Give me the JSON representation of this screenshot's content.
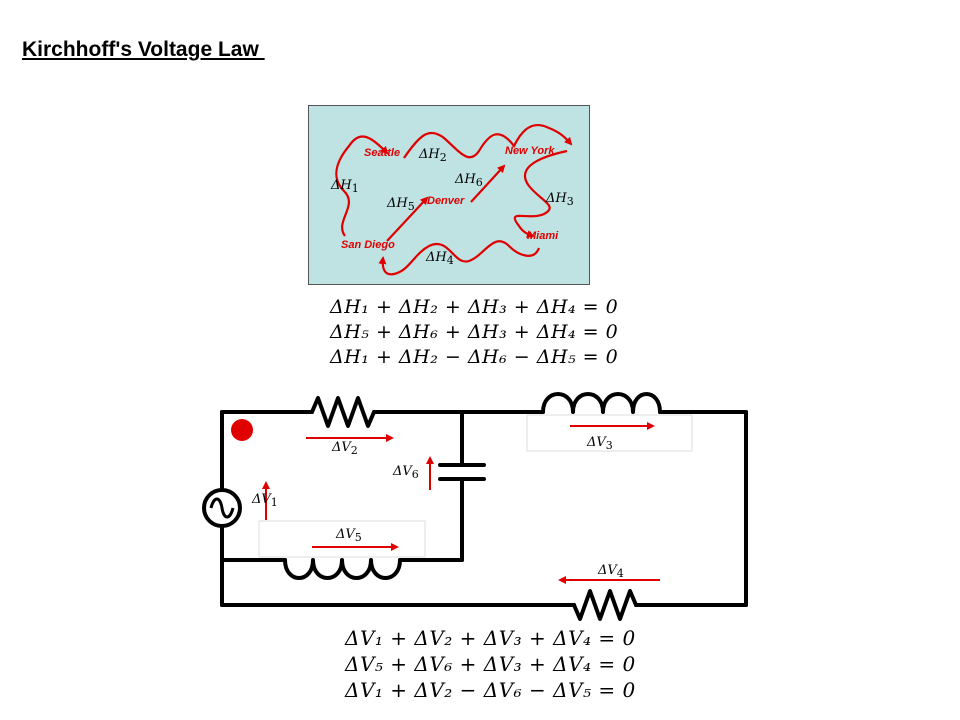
{
  "title": "Kirchhoff's Voltage Law ",
  "map": {
    "cities": {
      "seattle": "Seattle",
      "new_york": "New York",
      "denver": "Denver",
      "miami": "Miami",
      "san_diego": "San Diego"
    },
    "labels": {
      "h1": {
        "sym": "ΔH",
        "sub": "1"
      },
      "h2": {
        "sym": "ΔH",
        "sub": "2"
      },
      "h3": {
        "sym": "ΔH",
        "sub": "3"
      },
      "h4": {
        "sym": "ΔH",
        "sub": "4"
      },
      "h5": {
        "sym": "ΔH",
        "sub": "5"
      },
      "h6": {
        "sym": "ΔH",
        "sub": "6"
      }
    },
    "colors": {
      "background": "#bfe3e3",
      "path": "#e00000"
    }
  },
  "h_equations": [
    "ΔH₁ + ΔH₂ + ΔH₃ + ΔH₄ = 0",
    "ΔH₅ + ΔH₆ + ΔH₃ + ΔH₄ = 0",
    "ΔH₁ + ΔH₂ − ΔH₆ − ΔH₅ = 0"
  ],
  "circuit": {
    "labels": {
      "v1": {
        "sym": "ΔV",
        "sub": "1"
      },
      "v2": {
        "sym": "ΔV",
        "sub": "2"
      },
      "v3": {
        "sym": "ΔV",
        "sub": "3"
      },
      "v4": {
        "sym": "ΔV",
        "sub": "4"
      },
      "v5": {
        "sym": "ΔV",
        "sub": "5"
      },
      "v6": {
        "sym": "ΔV",
        "sub": "6"
      }
    },
    "colors": {
      "wire": "#000000",
      "arrow": "#e00000",
      "dot": "#e00000"
    }
  },
  "v_equations": [
    "ΔV₁ + ΔV₂ + ΔV₃ + ΔV₄ = 0",
    "ΔV₅ + ΔV₆ + ΔV₃ + ΔV₄ = 0",
    "ΔV₁ + ΔV₂ − ΔV₆ − ΔV₅ = 0"
  ]
}
